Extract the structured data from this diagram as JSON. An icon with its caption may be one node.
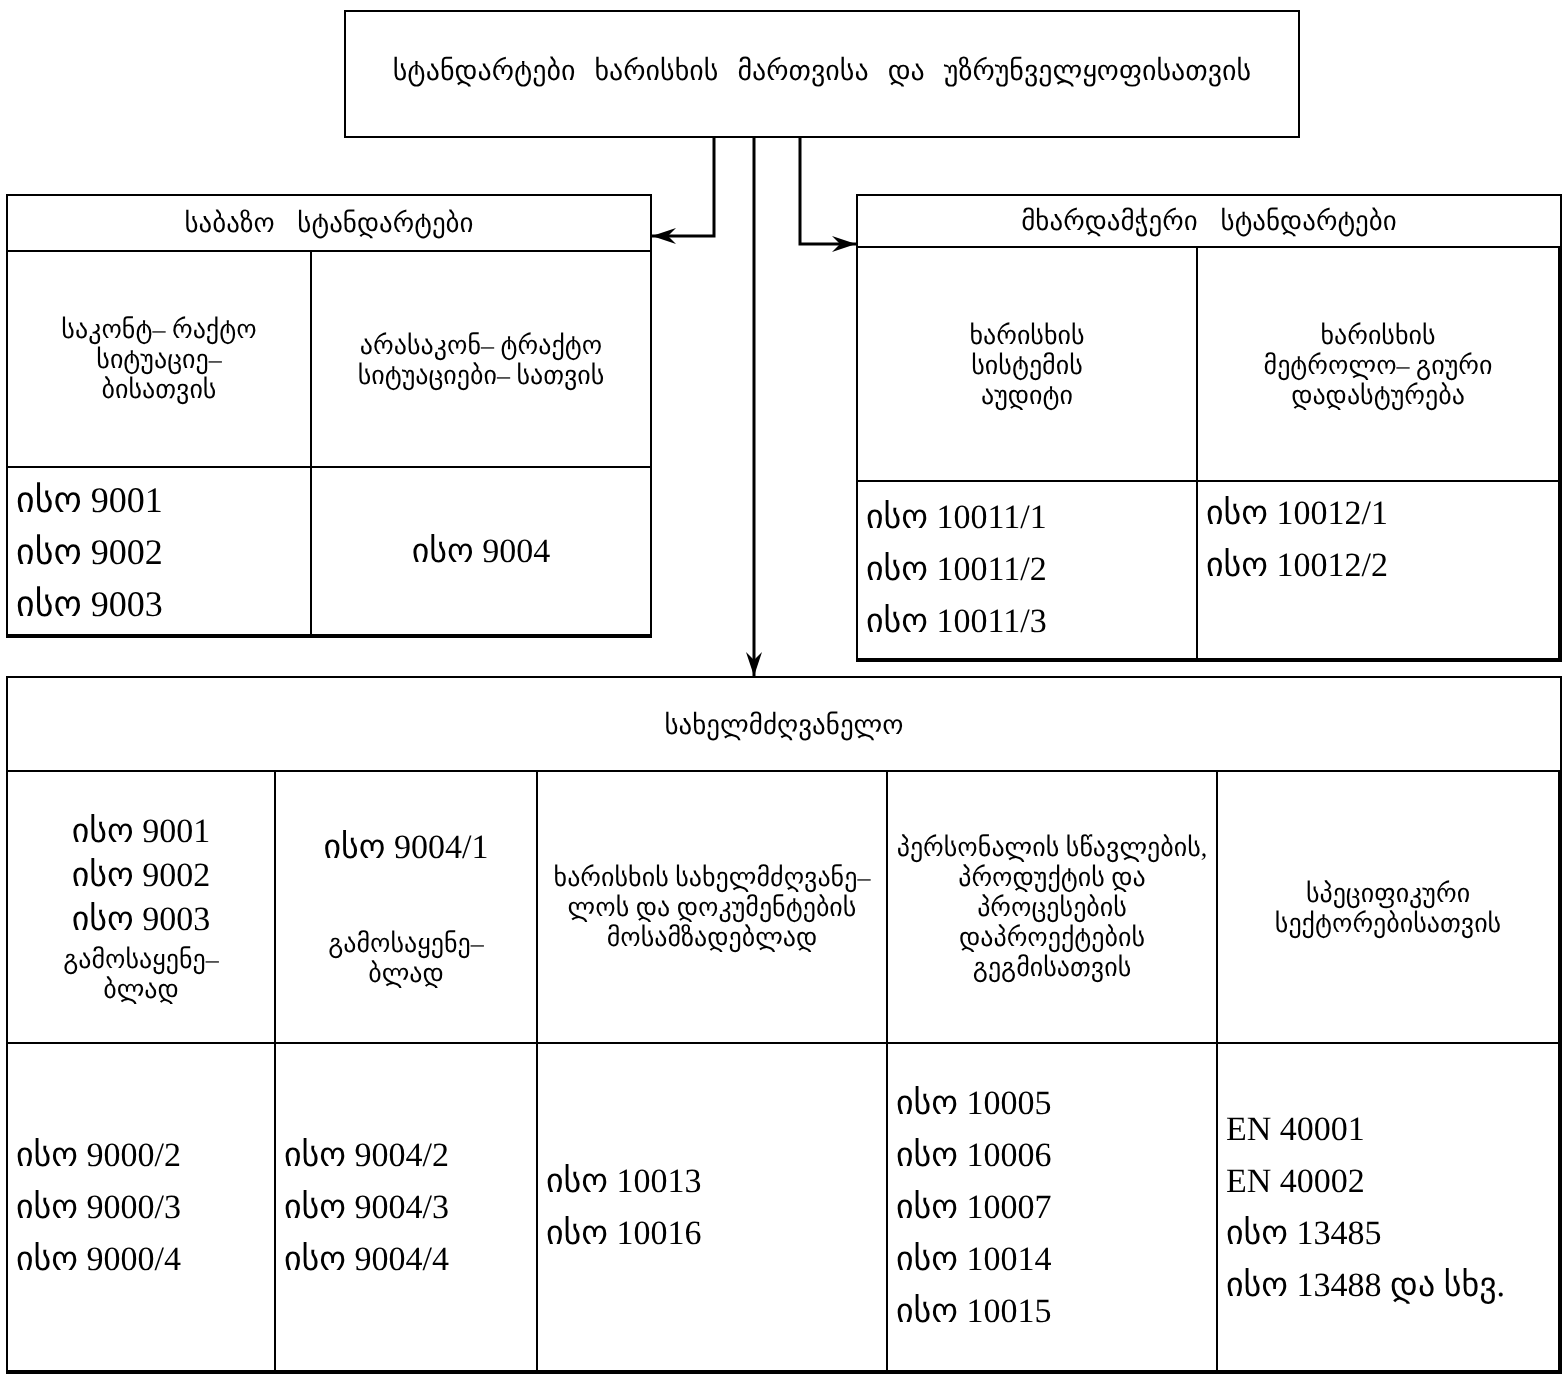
{
  "diagram": {
    "nodes": [
      {
        "text": [
          "სტანდარტები ხარისხის მართვისა და უზრუნველყოფისათვის"
        ]
      },
      {
        "text": [
          "საბაზო სტანდარტები"
        ]
      },
      {
        "text": [
          "საკონტ– რაქტო სიტუაციე– ბისათვის"
        ],
        "in": 1
      },
      {
        "text": [
          "არასაკონ– ტრაქტო სიტუაციები– სათვის"
        ],
        "in": 1
      },
      {
        "text": [
          "ისო 9001",
          "ისო 9002",
          "ისო 9003"
        ],
        "in": 1
      },
      {
        "text": [
          "ისო 9004"
        ],
        "in": 1
      },
      {
        "text": [
          "მხარდამჭერი სტანდარტები"
        ]
      },
      {
        "text": [
          "ხარისხის სისტემის აუდიტი"
        ],
        "in": 6
      },
      {
        "text": [
          "ხარისხის მეტროლო– გიური დადასტურება"
        ],
        "in": 6
      },
      {
        "text": [
          "ისო 10011/1",
          "ისო 10011/2",
          "ისო 10011/3"
        ],
        "in": 6
      },
      {
        "text": [
          "ისო 10012/1",
          "ისო 10012/2"
        ],
        "in": 6
      },
      {
        "text": [
          "სახელმძღვანელო"
        ]
      },
      {
        "text": [
          "ისო 9001",
          "ისო 9002",
          "ისო 9003",
          "გამოსაყენე– ბლად"
        ],
        "in": 11
      },
      {
        "text": [
          "ისო 9004/1",
          "გამოსაყენე– ბლად"
        ],
        "in": 11
      },
      {
        "text": [
          "ხარისხის სახელმძღვანე– ლოს და დოკუმენტების მოსამზადებლად"
        ],
        "in": 11
      },
      {
        "text": [
          "პერსონალის სწავლების, პროდუქტის და პროცესების დაპროექტების გეგმისათვის"
        ],
        "in": 11
      },
      {
        "text": [
          "სპეციფიკური სექტორებისათვის"
        ],
        "in": 11
      },
      {
        "text": [
          "ისო 9000/2",
          "ისო 9000/3",
          "ისო 9000/4"
        ],
        "in": 11
      },
      {
        "text": [
          "ისო 9004/2",
          "ისო 9004/3",
          "ისო 9004/4"
        ],
        "in": 11
      },
      {
        "text": [
          "ისო 10013",
          "ისო 10016"
        ],
        "in": 11
      },
      {
        "text": [
          "ისო 10005",
          "ისო 10006",
          "ისო 10007",
          "ისო 10014",
          "ისო 10015"
        ],
        "in": 11
      },
      {
        "text": [
          "EN 40001",
          "EN 40002",
          "ისო 13485",
          "ისო 13488 და სხვ."
        ],
        "in": 11
      }
    ],
    "edges": [
      {
        "from": 0,
        "to": 1,
        "arrow": "to"
      },
      {
        "from": 0,
        "to": 11,
        "arrow": "to"
      },
      {
        "from": 0,
        "to": 6,
        "arrow": "to"
      }
    ]
  }
}
